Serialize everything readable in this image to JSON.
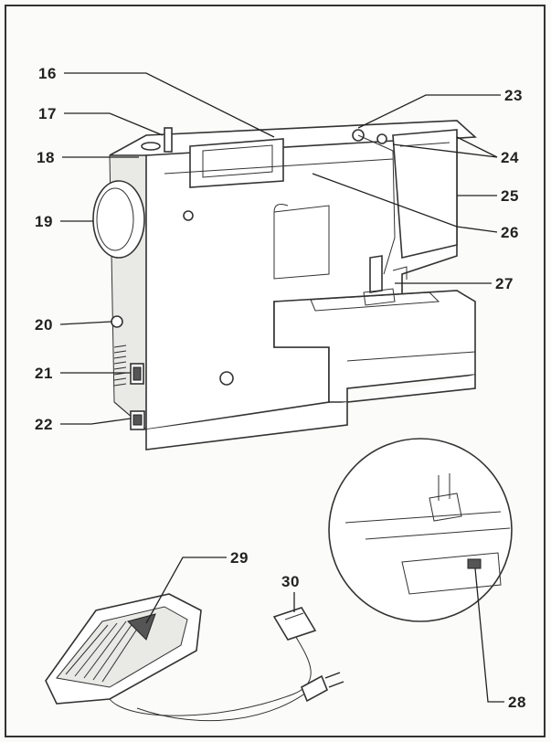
{
  "callouts": [
    {
      "id": "16",
      "text": "16"
    },
    {
      "id": "17",
      "text": "17"
    },
    {
      "id": "18",
      "text": "18"
    },
    {
      "id": "19",
      "text": "19"
    },
    {
      "id": "20",
      "text": "20"
    },
    {
      "id": "21",
      "text": "21"
    },
    {
      "id": "22",
      "text": "22"
    },
    {
      "id": "23",
      "text": "23"
    },
    {
      "id": "24",
      "text": "24"
    },
    {
      "id": "25",
      "text": "25"
    },
    {
      "id": "26",
      "text": "26"
    },
    {
      "id": "27",
      "text": "27"
    },
    {
      "id": "28",
      "text": "28"
    },
    {
      "id": "29",
      "text": "29"
    },
    {
      "id": "30",
      "text": "30"
    }
  ],
  "colors": {
    "line": "#222222",
    "paper": "#fbfbf9",
    "frame": "#333333"
  }
}
